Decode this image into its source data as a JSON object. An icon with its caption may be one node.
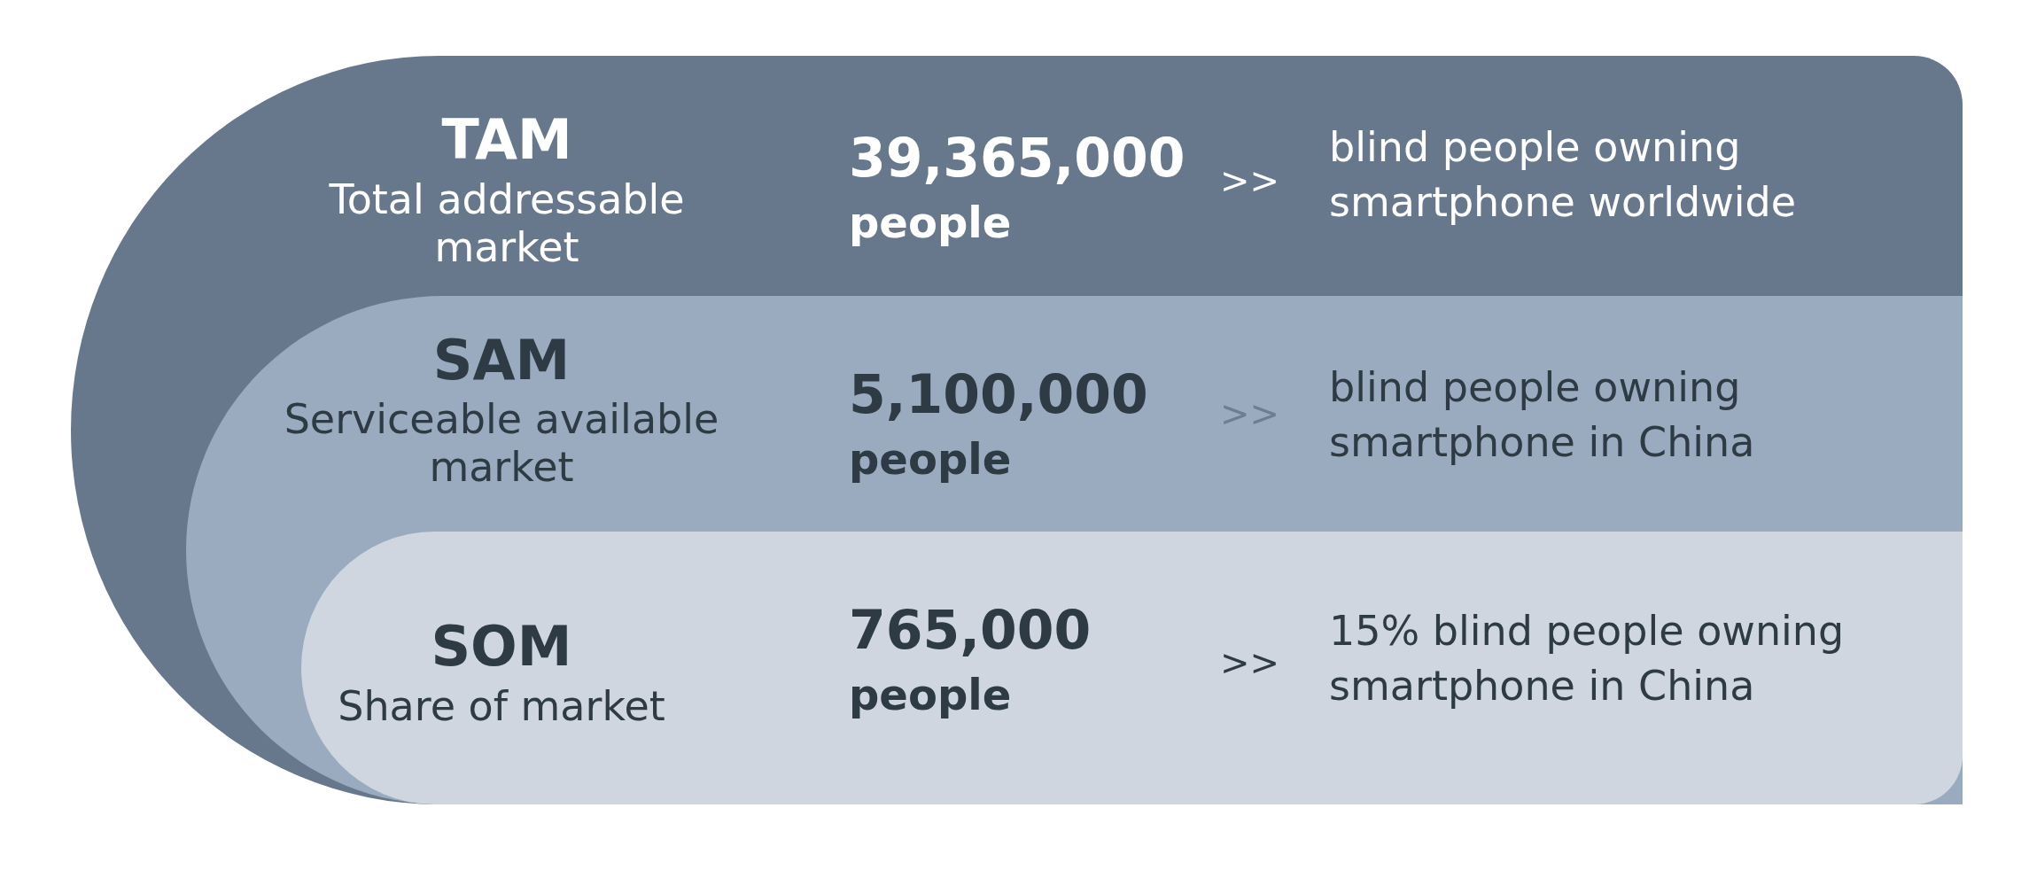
{
  "diagram": {
    "nodes": [
      {
        "text": [
          "TAM",
          "Total addressable market",
          "39,365,000",
          "people",
          ">>",
          "blind people owning smartphone worldwide"
        ]
      },
      {
        "text": [
          "SAM",
          "Serviceable available market",
          "5,100,000",
          "people",
          ">>",
          "blind people owning smartphone in China"
        ],
        "in": 0
      },
      {
        "text": [
          "SOM",
          "Share of market",
          "765,000",
          "people",
          ">>",
          "15% blind people owning smartphone in China"
        ],
        "in": 1
      }
    ]
  }
}
